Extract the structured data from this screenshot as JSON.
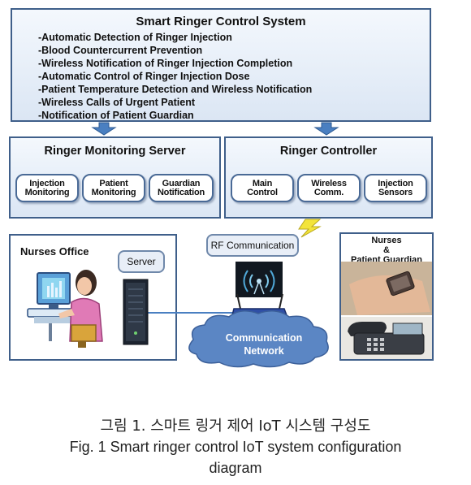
{
  "system": {
    "title": "Smart Ringer Control System",
    "features": [
      "-Automatic Detection of Ringer Injection",
      "-Blood Countercurrent Prevention",
      "-Wireless Notification of Ringer Injection Completion",
      "-Automatic Control of Ringer Injection Dose",
      "-Patient Temperature Detection and Wireless Notification",
      "-Wireless Calls of Urgent Patient",
      "-Notification of Patient Guardian"
    ]
  },
  "server": {
    "title": "Ringer Monitoring Server",
    "modules": [
      {
        "line1": "Injection",
        "line2": "Monitoring"
      },
      {
        "line1": "Patient",
        "line2": "Monitoring"
      },
      {
        "line1": "Guardian",
        "line2": "Notification"
      }
    ]
  },
  "controller": {
    "title": "Ringer Controller",
    "modules": [
      {
        "line1": "Main",
        "line2": "Control"
      },
      {
        "line1": "Wireless",
        "line2": "Comm."
      },
      {
        "line1": "Injection",
        "line2": "Sensors"
      }
    ]
  },
  "nurses_office": {
    "title": "Nurses Office",
    "server_label": "Server"
  },
  "rf": {
    "label": "RF Communication"
  },
  "network": {
    "line1": "Communication",
    "line2": "Network"
  },
  "guardian": {
    "line1": "Nurses",
    "line2": "&",
    "line3": "Patient Guardian"
  },
  "caption": {
    "korean": "그림 1. 스마트 링거 제어 IoT 시스템 구성도",
    "english_line1": "Fig. 1 Smart ringer control IoT system configuration",
    "english_line2": "diagram"
  },
  "colors": {
    "border": "#3f5f8a",
    "arrow": "#4a7fc1",
    "cloud": "#5b86c4",
    "lightning": "#f3e43a"
  }
}
